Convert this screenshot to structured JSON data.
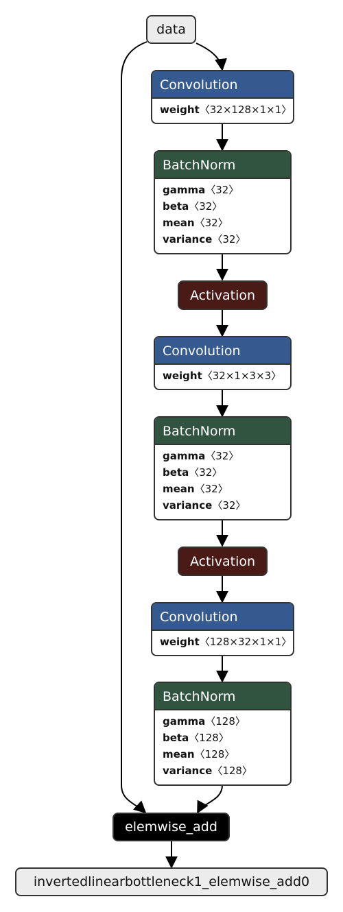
{
  "nodes": {
    "data": {
      "label": "data"
    },
    "conv1": {
      "title": "Convolution",
      "attrs": [
        {
          "name": "weight",
          "shape": "〈32×128×1×1〉"
        }
      ]
    },
    "bn1": {
      "title": "BatchNorm",
      "attrs": [
        {
          "name": "gamma",
          "shape": "〈32〉"
        },
        {
          "name": "beta",
          "shape": "〈32〉"
        },
        {
          "name": "mean",
          "shape": "〈32〉"
        },
        {
          "name": "variance",
          "shape": "〈32〉"
        }
      ]
    },
    "act1": {
      "label": "Activation"
    },
    "conv2": {
      "title": "Convolution",
      "attrs": [
        {
          "name": "weight",
          "shape": "〈32×1×3×3〉"
        }
      ]
    },
    "bn2": {
      "title": "BatchNorm",
      "attrs": [
        {
          "name": "gamma",
          "shape": "〈32〉"
        },
        {
          "name": "beta",
          "shape": "〈32〉"
        },
        {
          "name": "mean",
          "shape": "〈32〉"
        },
        {
          "name": "variance",
          "shape": "〈32〉"
        }
      ]
    },
    "act2": {
      "label": "Activation"
    },
    "conv3": {
      "title": "Convolution",
      "attrs": [
        {
          "name": "weight",
          "shape": "〈128×32×1×1〉"
        }
      ]
    },
    "bn3": {
      "title": "BatchNorm",
      "attrs": [
        {
          "name": "gamma",
          "shape": "〈128〉"
        },
        {
          "name": "beta",
          "shape": "〈128〉"
        },
        {
          "name": "mean",
          "shape": "〈128〉"
        },
        {
          "name": "variance",
          "shape": "〈128〉"
        }
      ]
    },
    "add": {
      "label": "elemwise_add"
    },
    "output": {
      "label": "invertedlinearbottleneck1_elemwise_add0"
    }
  },
  "colors": {
    "convolution_header": "#345a8f",
    "batchnorm_header": "#315440",
    "activation": "#4a1a16",
    "elemwise_op": "#000000",
    "io_node": "#ececec",
    "border": "#333333"
  }
}
